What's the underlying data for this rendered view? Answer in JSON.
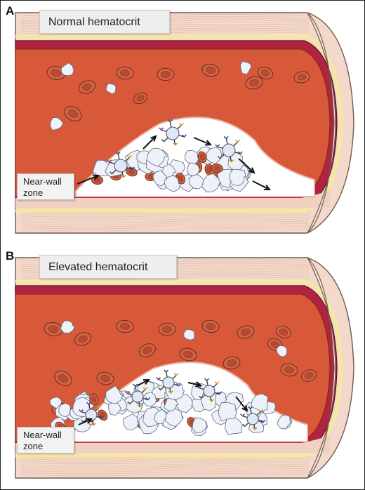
{
  "panels": [
    {
      "letter": "A",
      "title": "Normal hematocrit",
      "zone_label": "Near-wall\nzone",
      "hematocrit": "normal"
    },
    {
      "letter": "B",
      "title": "Elevated hematocrit",
      "zone_label": "Near-wall\nzone",
      "hematocrit": "elevated"
    }
  ],
  "colors": {
    "blood": "#d8583a",
    "red_cell": "#cf6445",
    "vessel_wall": "#b0243f",
    "tissue": "#f3d9cb",
    "platelet": "#eef2f8",
    "thrombus_core": "#ffffff"
  }
}
